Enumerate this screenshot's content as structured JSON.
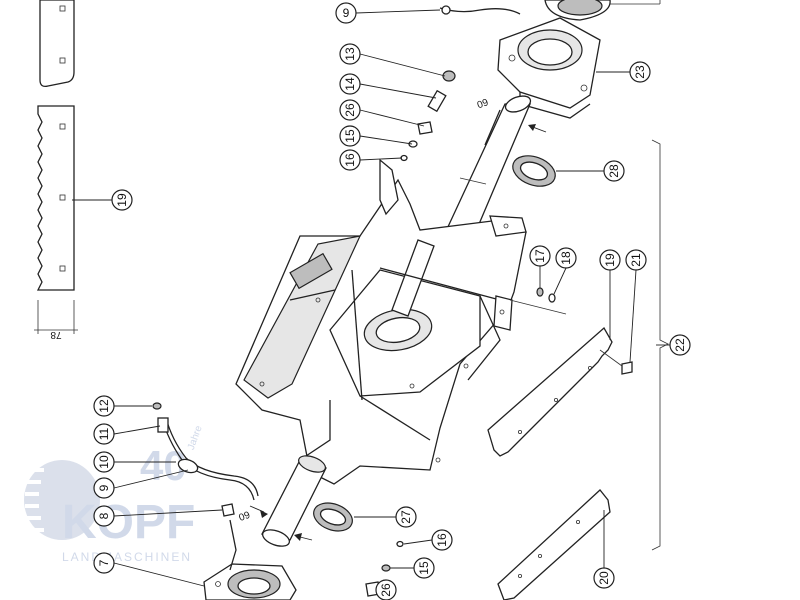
{
  "callouts": {
    "c9_top": "9",
    "c23": "23",
    "c13": "13",
    "c14": "14",
    "c26_top": "26",
    "c15_top": "15",
    "c16_top": "16",
    "c28": "28",
    "c19_left": "19",
    "c17": "17",
    "c18": "18",
    "c19_right": "19",
    "c21": "21",
    "c22": "22",
    "c12": "12",
    "c11": "11",
    "c10": "10",
    "c9_bottom": "9",
    "c8": "8",
    "c7": "7",
    "c27": "27",
    "c16_bottom": "16",
    "c15_bottom": "15",
    "c26_bottom": "26",
    "c20": "20"
  },
  "dimensions": {
    "d78": "78",
    "d60_top": "60",
    "d60_bottom": "60"
  },
  "watermark": {
    "number": "40",
    "jahre": "Jahre",
    "brand": "KOPF",
    "subtitle": "LANDMASCHINEN"
  }
}
